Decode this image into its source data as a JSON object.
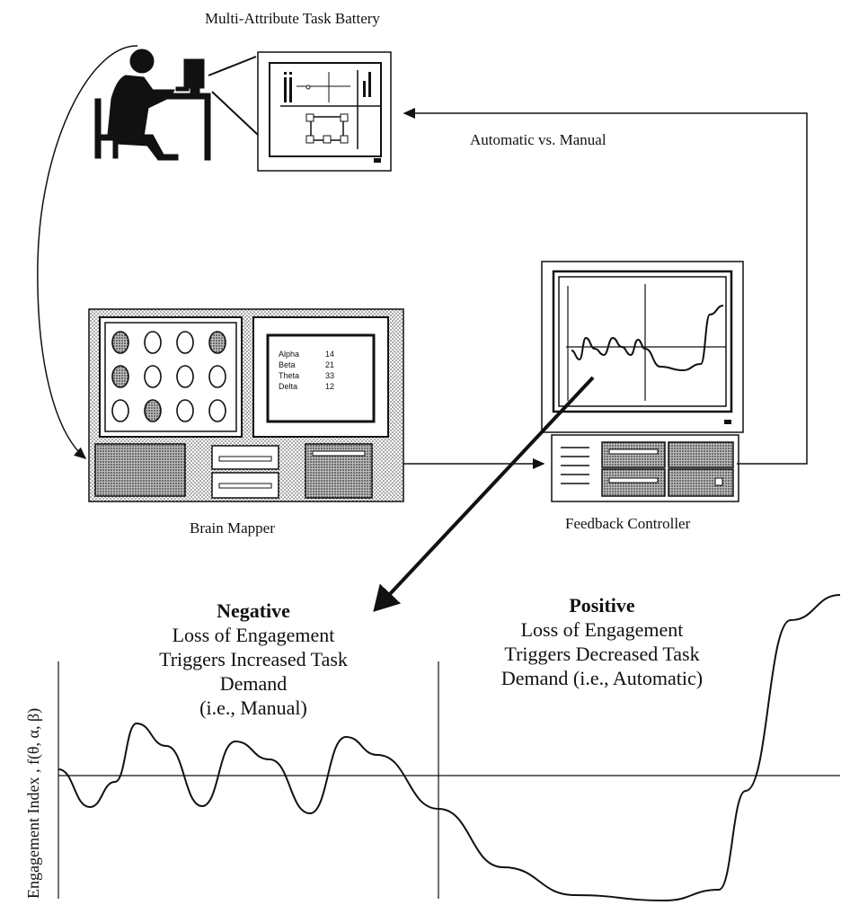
{
  "labels": {
    "matb": "Multi-Attribute Task Battery",
    "automatic_manual": "Automatic vs. Manual",
    "brain_mapper": "Brain Mapper",
    "feedback_controller": "Feedback Controller"
  },
  "eeg_panel": {
    "rows": [
      {
        "band": "Alpha",
        "value": "14"
      },
      {
        "band": "Beta",
        "value": "21"
      },
      {
        "band": "Theta",
        "value": "33"
      },
      {
        "band": "Delta",
        "value": "12"
      }
    ]
  },
  "negative": {
    "title": "Negative",
    "line1": "Loss of Engagement",
    "line2": "Triggers Increased Task",
    "line3": "Demand",
    "line4": "(i.e., Manual)"
  },
  "positive": {
    "title": "Positive",
    "line1": "Loss of Engagement",
    "line2": "Triggers Decreased Task",
    "line3": "Demand (i.e., Automatic)"
  },
  "y_axis_label": "Engagement Index , f(θ, α, β)"
}
